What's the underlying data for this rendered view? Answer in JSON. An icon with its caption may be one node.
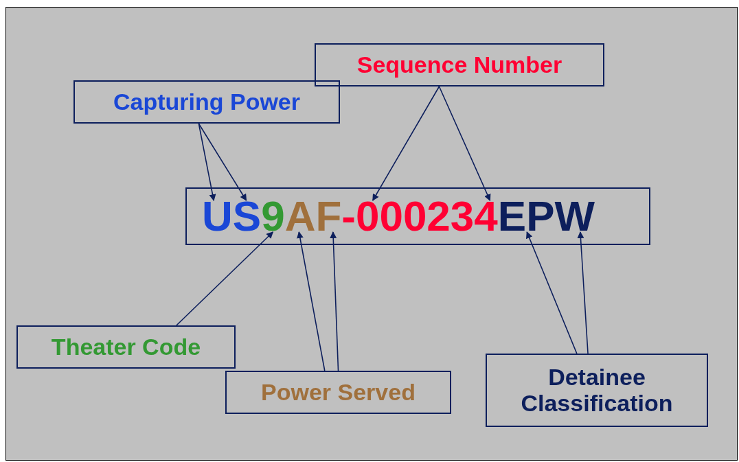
{
  "diagram": {
    "nodes": [
      {
        "text": [
          "Sequence Number"
        ]
      },
      {
        "text": [
          "Capturing Power"
        ]
      },
      {
        "text": [],
        "shape": "box"
      },
      {
        "text": [
          "US"
        ],
        "in": 2
      },
      {
        "text": [
          "9"
        ],
        "in": 2
      },
      {
        "text": [
          "AF"
        ],
        "in": 2
      },
      {
        "text": [
          "-000234"
        ],
        "in": 2
      },
      {
        "text": [
          "EPW"
        ],
        "in": 2
      },
      {
        "text": [
          "Theater Code"
        ]
      },
      {
        "text": [
          "Power Served"
        ]
      },
      {
        "text": [
          "Detainee Classification"
        ]
      }
    ],
    "edges": [
      {
        "from": 1,
        "to": 3,
        "arrow": "to"
      },
      {
        "from": 1,
        "to": 3,
        "arrow": "to"
      },
      {
        "from": 0,
        "to": 6,
        "arrow": "to"
      },
      {
        "from": 0,
        "to": 6,
        "arrow": "to"
      },
      {
        "from": 8,
        "to": 4,
        "arrow": "to"
      },
      {
        "from": 9,
        "to": 5,
        "arrow": "to"
      },
      {
        "from": 9,
        "to": 5,
        "arrow": "to"
      },
      {
        "from": 10,
        "to": 7,
        "arrow": "to"
      },
      {
        "from": 10,
        "to": 7,
        "arrow": "to"
      }
    ]
  }
}
